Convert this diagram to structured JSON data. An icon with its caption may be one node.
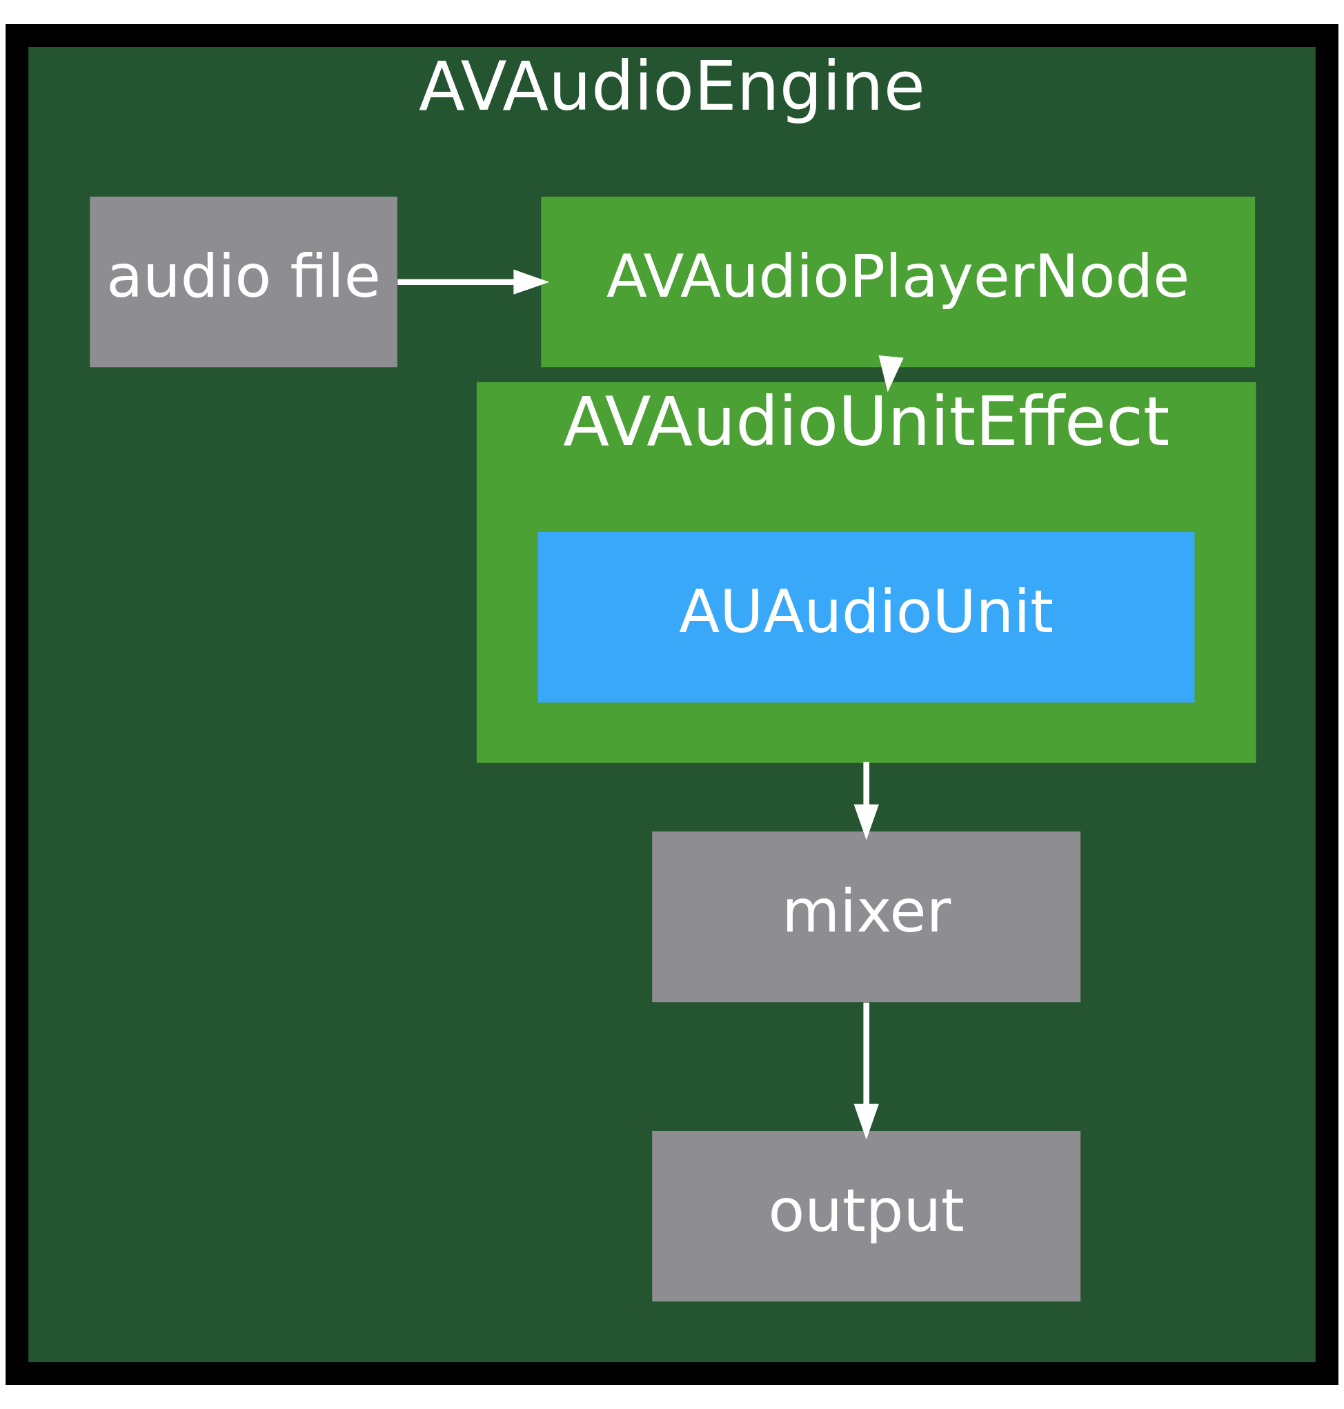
{
  "diagram": {
    "nodes": [
      {
        "text": [
          "AVAudioEngine"
        ]
      },
      {
        "text": [
          "AVAudioPlayerNode"
        ],
        "in": 0
      },
      {
        "text": [
          "audio file"
        ],
        "in": 0
      },
      {
        "text": [
          "AVAudioUnitEffect"
        ],
        "in": 0
      },
      {
        "text": [
          "AUAudioUnit"
        ],
        "in": 3
      },
      {
        "text": [
          "mixer"
        ],
        "in": 0
      },
      {
        "text": [
          "output"
        ],
        "in": 0
      }
    ],
    "edges": [
      {
        "from": 2,
        "to": 1,
        "arrow": "to"
      },
      {
        "from": 1,
        "to": 3,
        "arrow": "to"
      },
      {
        "from": 3,
        "to": 5,
        "arrow": "to"
      },
      {
        "from": 5,
        "to": 6,
        "arrow": "to"
      }
    ]
  }
}
